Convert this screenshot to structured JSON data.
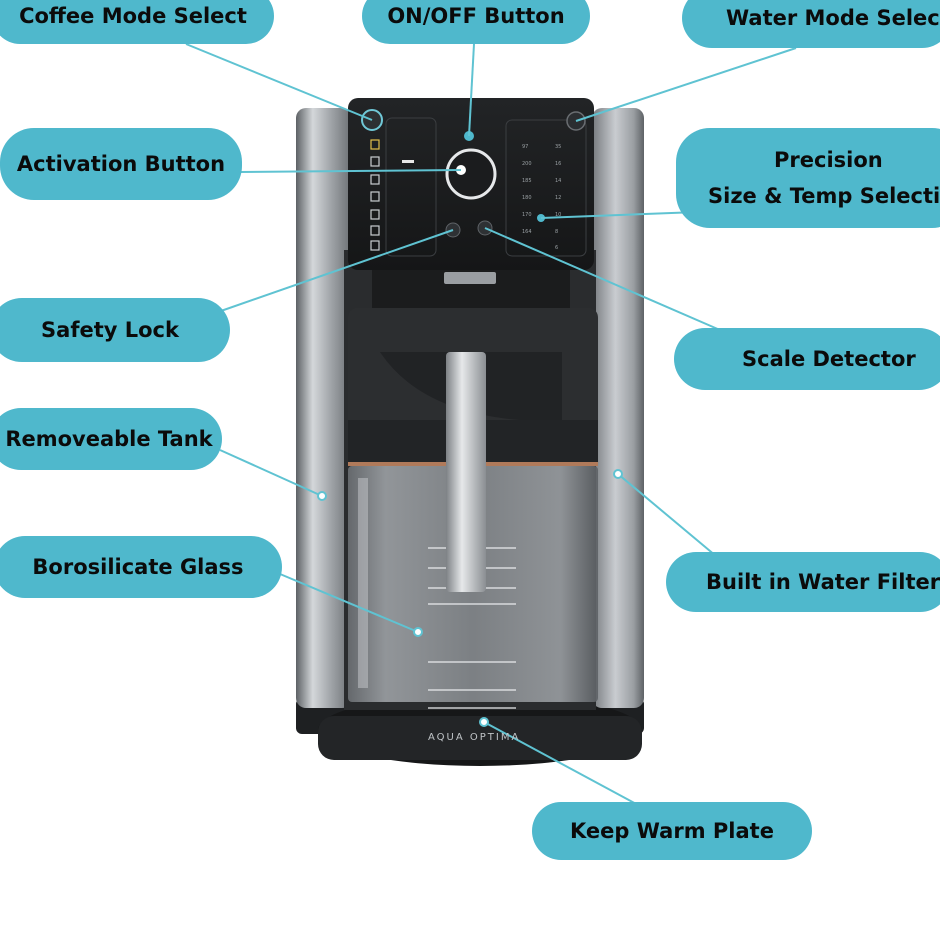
{
  "callouts": {
    "coffee_mode": "Coffee Mode Select",
    "on_off": "ON/OFF Button",
    "water_mode": "Water Mode Select",
    "activation": "Activation Button",
    "precision_line1": "Precision",
    "precision_line2": "Size & Temp Selection",
    "safety_lock": "Safety Lock",
    "scale_detector": "Scale Detector",
    "removeable_tank": "Removeable Tank",
    "borosilicate": "Borosilicate Glass",
    "water_filter": "Built in Water Filter",
    "keep_warm": "Keep Warm Plate"
  },
  "machine": {
    "brand_text": "AQUA OPTIMA",
    "temps": [
      "97",
      "200",
      "185",
      "180",
      "170",
      "164"
    ],
    "sizes": [
      "35",
      "16",
      "14",
      "12",
      "10",
      "8",
      "6"
    ]
  },
  "colors": {
    "callout_fill": "#4fb8cc",
    "leader_line": "#5fc3d2",
    "body_black": "#1d1f21",
    "steel": "#9ea2a6"
  }
}
